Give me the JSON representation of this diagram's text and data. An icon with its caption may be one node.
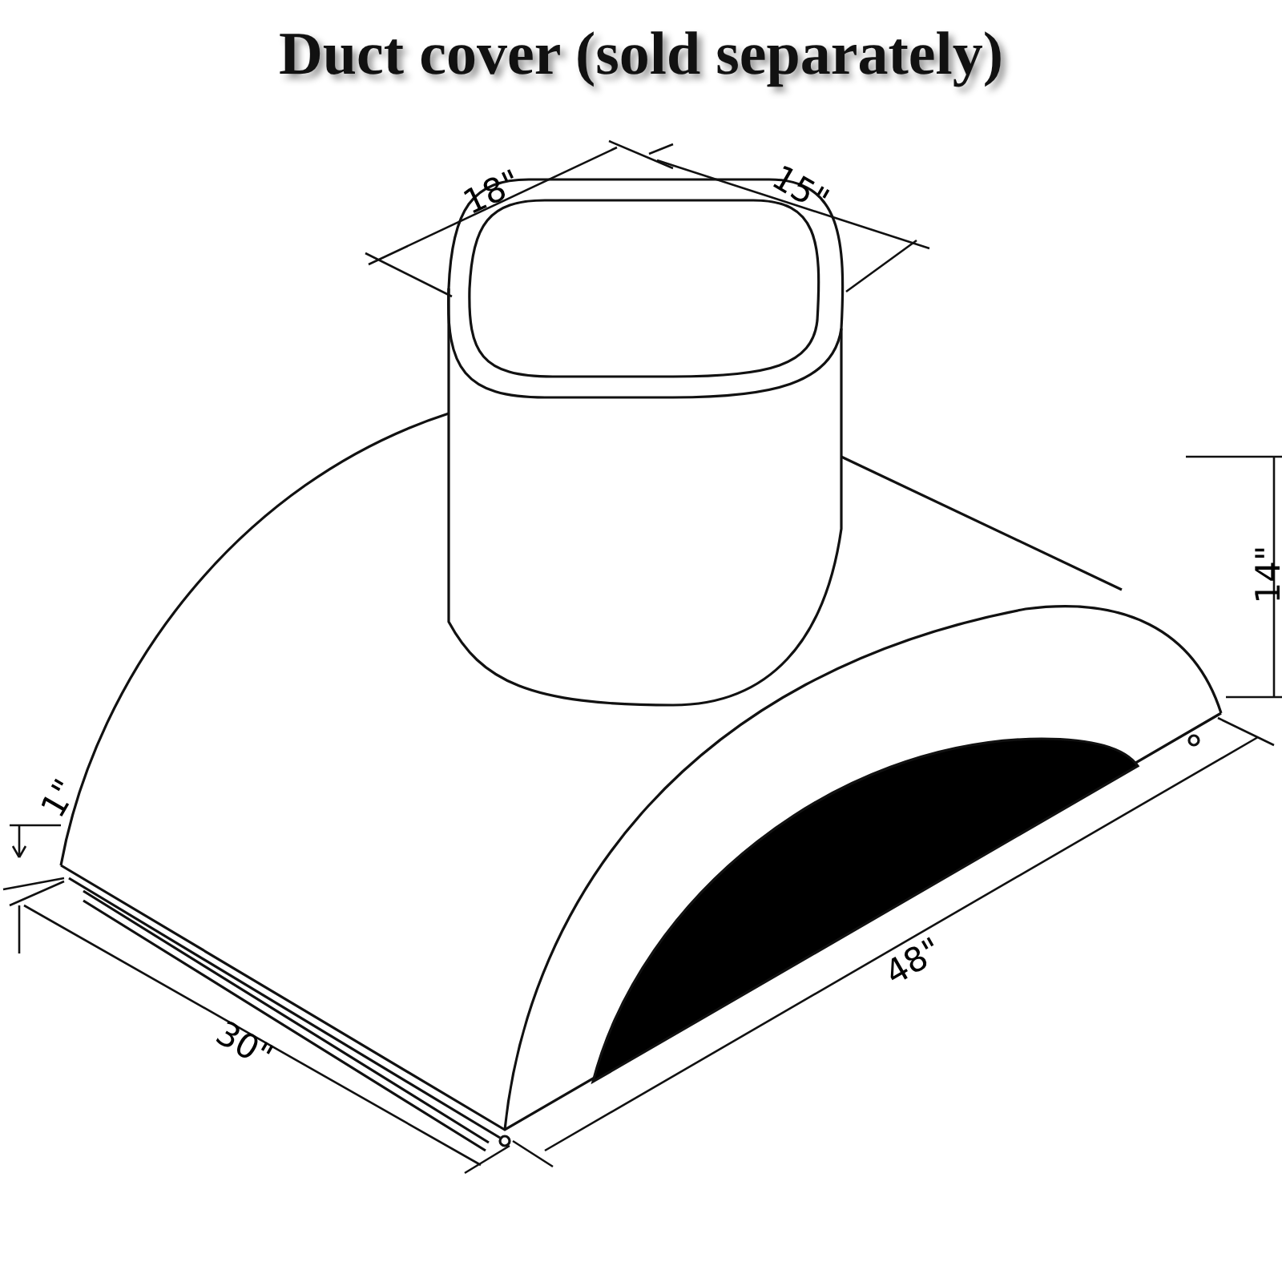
{
  "diagram": {
    "title": "Duct cover (sold separately)",
    "labels": [
      "18\"",
      "15\"",
      "14\"",
      "1\"",
      "30\"",
      "48\""
    ]
  }
}
